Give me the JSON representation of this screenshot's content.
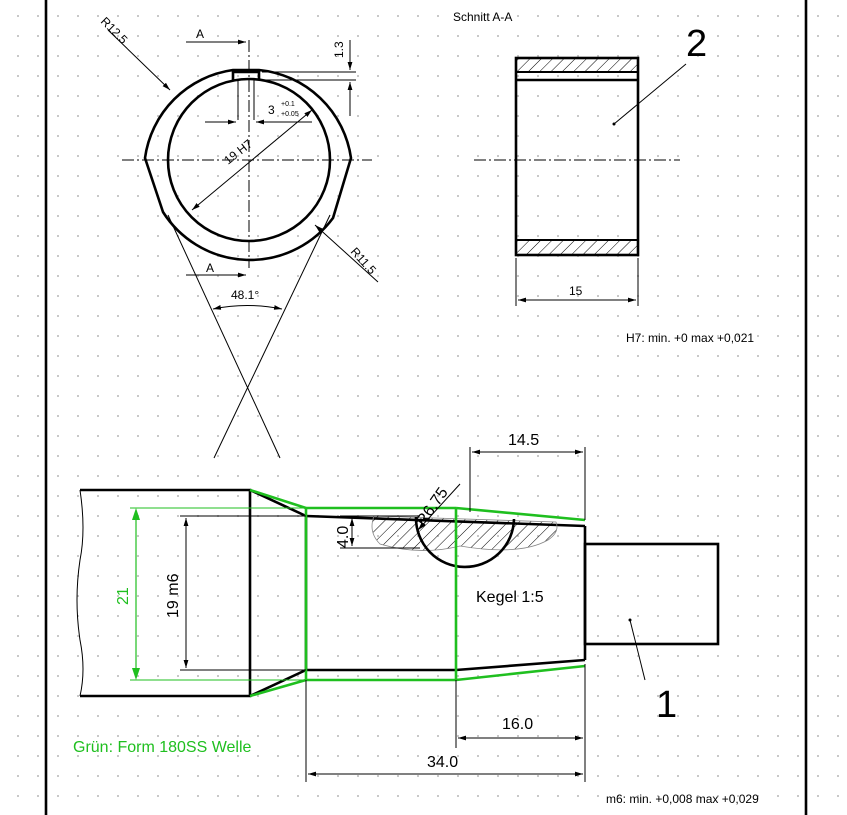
{
  "section_title": "Schnitt A-A",
  "top_view": {
    "radius_outer": "R12.5",
    "radius_inner": "R11.5",
    "key_depth": "1.3",
    "key_width": "3",
    "key_tol_upper": "+0.1",
    "key_tol_lower": "+0.05",
    "bore": "19 H7",
    "angle": "48.1°",
    "section_mark_top": "A",
    "section_mark_bottom": "A"
  },
  "part2": {
    "label": "2",
    "width_dim": "15"
  },
  "tolerance_h7": "H7: min. +0  max +0,021",
  "shaft": {
    "dim_top": "14.5",
    "radius": "R6.75",
    "depth": "4.0",
    "dia_21": "21",
    "dia_19": "19 m6",
    "taper": "Kegel 1:5",
    "part_label": "1",
    "dim_16": "16.0",
    "dim_34": "34.0",
    "legend_green": "Grün: Form 180SS Welle"
  },
  "tolerance_m6": "m6: min. +0,008  max +0,029",
  "colors": {
    "green": "#1fbf1f",
    "lines": "#000000",
    "grid_dots": "#c4c4c4"
  }
}
